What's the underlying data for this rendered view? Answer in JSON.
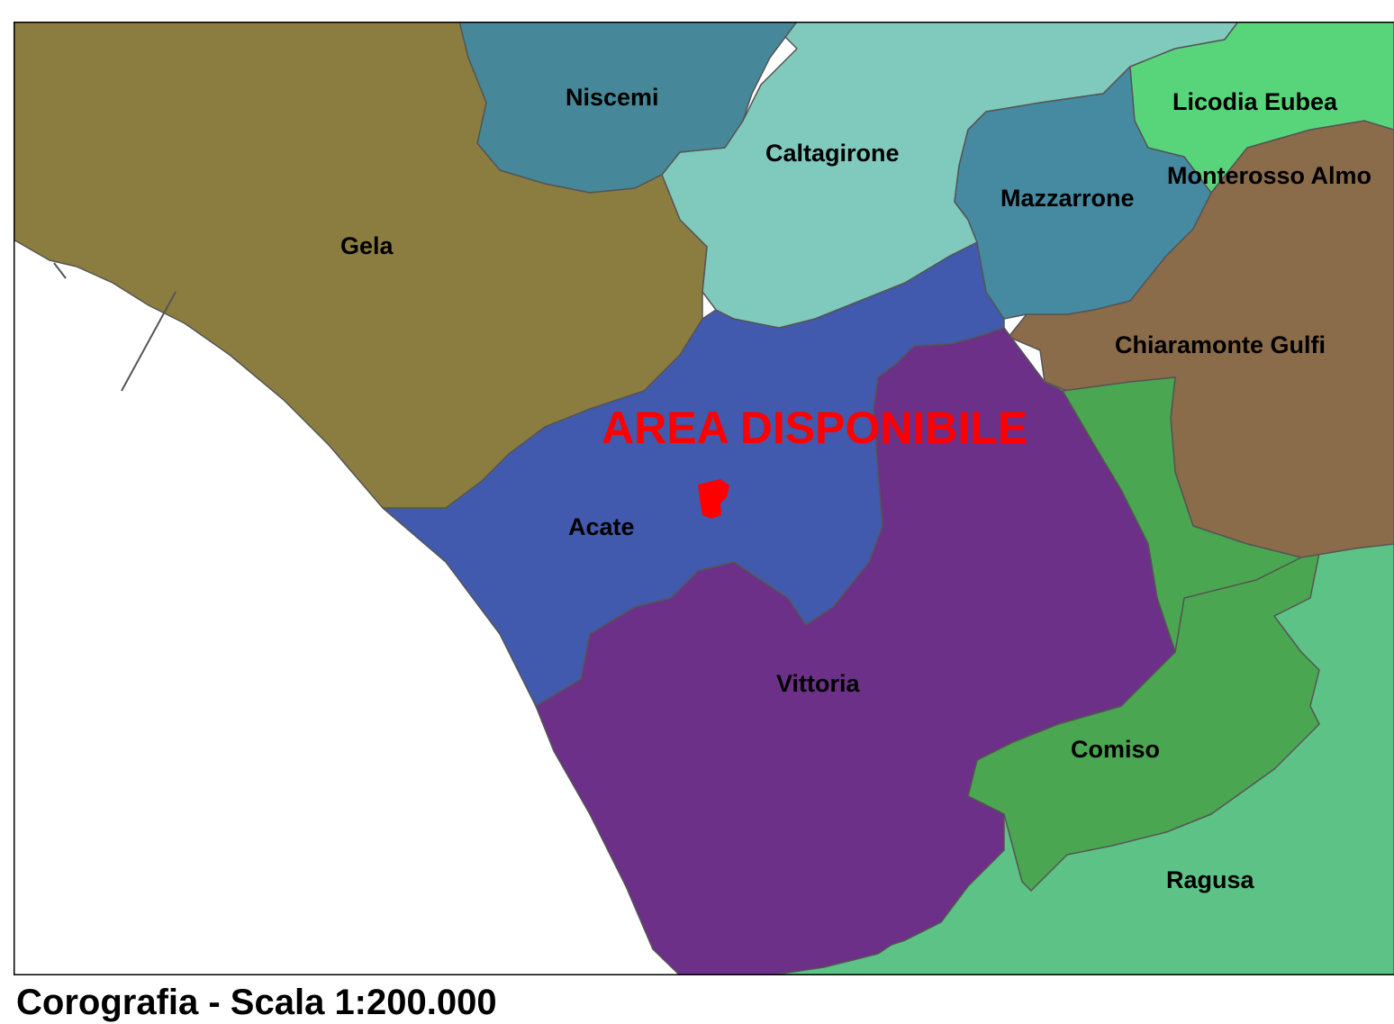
{
  "map": {
    "sea_color": "#ffffff",
    "frame_color": "#000000",
    "municipalities": [
      {
        "key": "gela",
        "name": "Gela",
        "color": "#8b7d40"
      },
      {
        "key": "niscemi",
        "name": "Niscemi",
        "color": "#468899"
      },
      {
        "key": "caltagirone",
        "name": "Caltagirone",
        "color": "#7fc9bd"
      },
      {
        "key": "licodia",
        "name": "Licodia Eubea",
        "color": "#58d57b"
      },
      {
        "key": "monterosso",
        "name": "Monterosso Almo",
        "color": "#58d57b"
      },
      {
        "key": "mazzarrone",
        "name": "Mazzarrone",
        "color": "#468aa2"
      },
      {
        "key": "chiaramonte",
        "name": "Chiaramonte Gulfi",
        "color": "#8a6b4a"
      },
      {
        "key": "acate",
        "name": "Acate",
        "color": "#415aad"
      },
      {
        "key": "vittoria",
        "name": "Vittoria",
        "color": "#6c3088"
      },
      {
        "key": "comiso",
        "name": "Comiso",
        "color": "#4aa650"
      },
      {
        "key": "ragusa",
        "name": "Ragusa",
        "color": "#5dc285"
      }
    ],
    "highlight": {
      "label": "AREA DISPONIBILE",
      "color": "#ff0000"
    }
  },
  "caption": "Corografia - Scala 1:200.000"
}
